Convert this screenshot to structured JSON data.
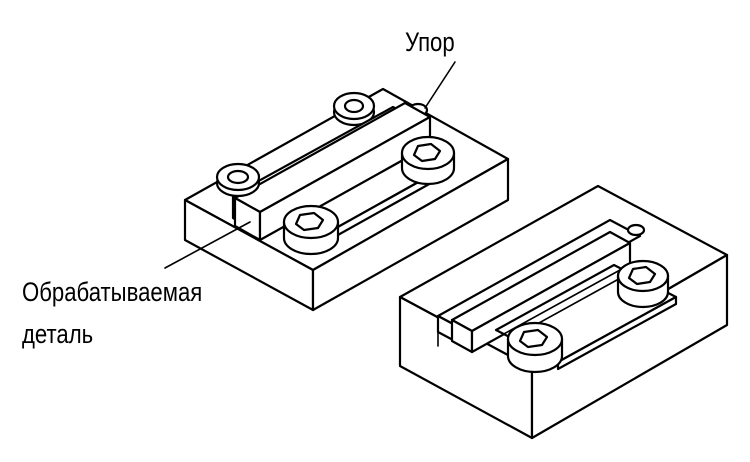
{
  "labels": {
    "stop": "Упор",
    "workpiece_line1": "Обрабатываемая",
    "workpiece_line2": "деталь"
  },
  "colors": {
    "line": "#000000",
    "background": "#ffffff"
  }
}
